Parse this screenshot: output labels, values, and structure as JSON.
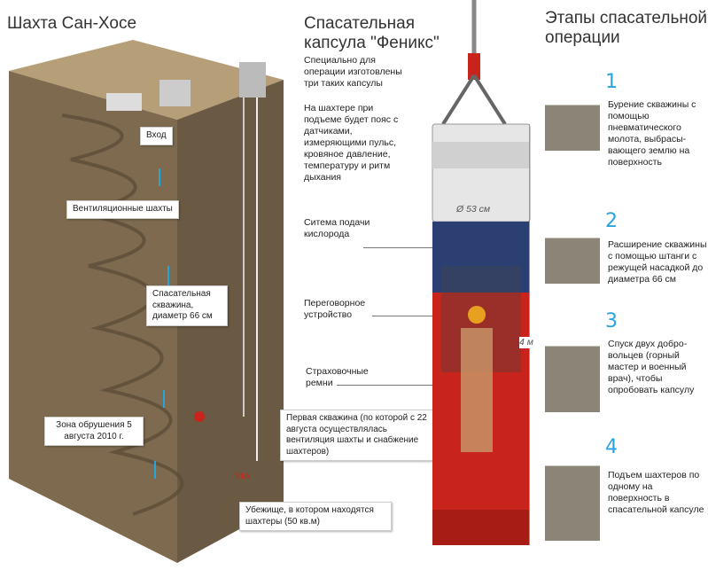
{
  "mine": {
    "title": "Шахта Сан-Хосе",
    "labels": {
      "entrance": "Вход",
      "vent": "Вентиляционные шахты",
      "rescue": "Спасательная скважина, диаметр 66 см",
      "collapse": "Зона обрушения 5 августа 2010 г.",
      "first": "Первая скважина (по которой с 22 августа осуществлялась вентиляция шахты и снабжение шахтеров)",
      "shelter": "Убежище, в котором находятся шахтеры (50 кв.м)"
    }
  },
  "capsule": {
    "title": "Спасательная капсула \"Феникс\"",
    "note1": "Специально для операции изготовлены три таких капсулы",
    "note2": "На шахтере при подъеме будет пояс с датчиками, измеряющими пульс, кровяное давление, температуру и ритм дыхания",
    "oxygen": "Ситема подачи кислорода",
    "intercom": "Переговорное устройство",
    "belts": "Страховочные ремни",
    "diameter": "Ø 53 см",
    "height": "4 м"
  },
  "steps": {
    "title": "Этапы спасательной операции",
    "items": [
      {
        "n": "1",
        "text": "Бурение скважины с помощью пневматического молота, выбрасы-вающего землю на поверхность"
      },
      {
        "n": "2",
        "text": "Расширение скважины с помощью штанги с режущей насадкой до диаметра 66 см"
      },
      {
        "n": "3",
        "text": "Спуск двух добро-вольцев (горный мастер и военный врач), чтобы опробовать капсулу"
      },
      {
        "n": "4",
        "text": "Подъем шахтеров по одному на поверхность в спасательной капсуле"
      }
    ]
  },
  "colors": {
    "accent": "#29a3e0",
    "red": "#c8241c",
    "blue": "#2b3f73",
    "soil": "#8a7457"
  }
}
